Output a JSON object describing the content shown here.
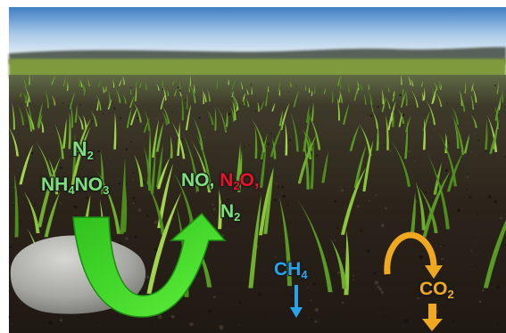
{
  "colors": {
    "nitrogen_label": "#7de07d",
    "n2o_label": "#e8132a",
    "ch4": "#29a3e8",
    "co2": "#f0a820",
    "arrow_green": "#3fdc2a"
  },
  "labels": {
    "n2": {
      "base": "N",
      "sub": "2"
    },
    "nh4no3": {
      "p1": "NH",
      "s1": "4",
      "p2": "NO",
      "s2": "3"
    },
    "no_prefix": "NO,",
    "n2o": {
      "p1": "N",
      "s1": "2",
      "p2": "O,"
    },
    "n2_out": {
      "base": "N",
      "sub": "2"
    },
    "ch4": {
      "base": "CH",
      "sub": "4"
    },
    "co2": {
      "base": "CO",
      "sub": "2"
    }
  },
  "icons": {
    "u_arrow": "curved-u-arrow-icon",
    "down_arrow": "down-arrow-icon",
    "exchange_arrow": "curved-exchange-arrow-icon"
  }
}
